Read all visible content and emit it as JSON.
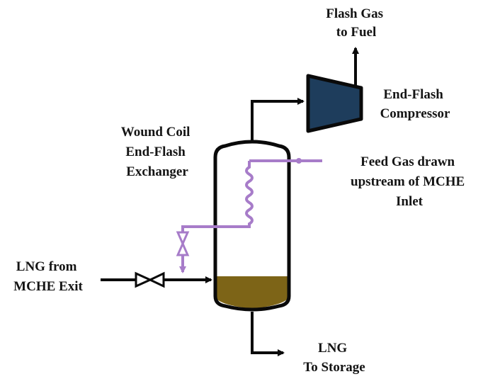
{
  "labels": {
    "flash_gas": [
      "Flash Gas",
      "to Fuel"
    ],
    "compressor": [
      "End-Flash",
      "Compressor"
    ],
    "exchanger": [
      "Wound Coil",
      "End-Flash",
      "Exchanger"
    ],
    "feed_gas": [
      "Feed Gas drawn",
      "upstream of MCHE",
      "Inlet"
    ],
    "lng_in": [
      "LNG from",
      "MCHE Exit"
    ],
    "lng_out": [
      "LNG",
      "To Storage"
    ]
  },
  "colors": {
    "line": "#0a0a0a",
    "coil": "#a77cc9",
    "compressor_fill": "#1e3d5c",
    "liquid_fill": "#7d6417"
  },
  "icons": {
    "compressor": "trapezoid-compressor-icon",
    "vessel": "flash-drum-icon",
    "valve": "bowtie-valve-icon",
    "coil": "zigzag-coil-icon"
  }
}
